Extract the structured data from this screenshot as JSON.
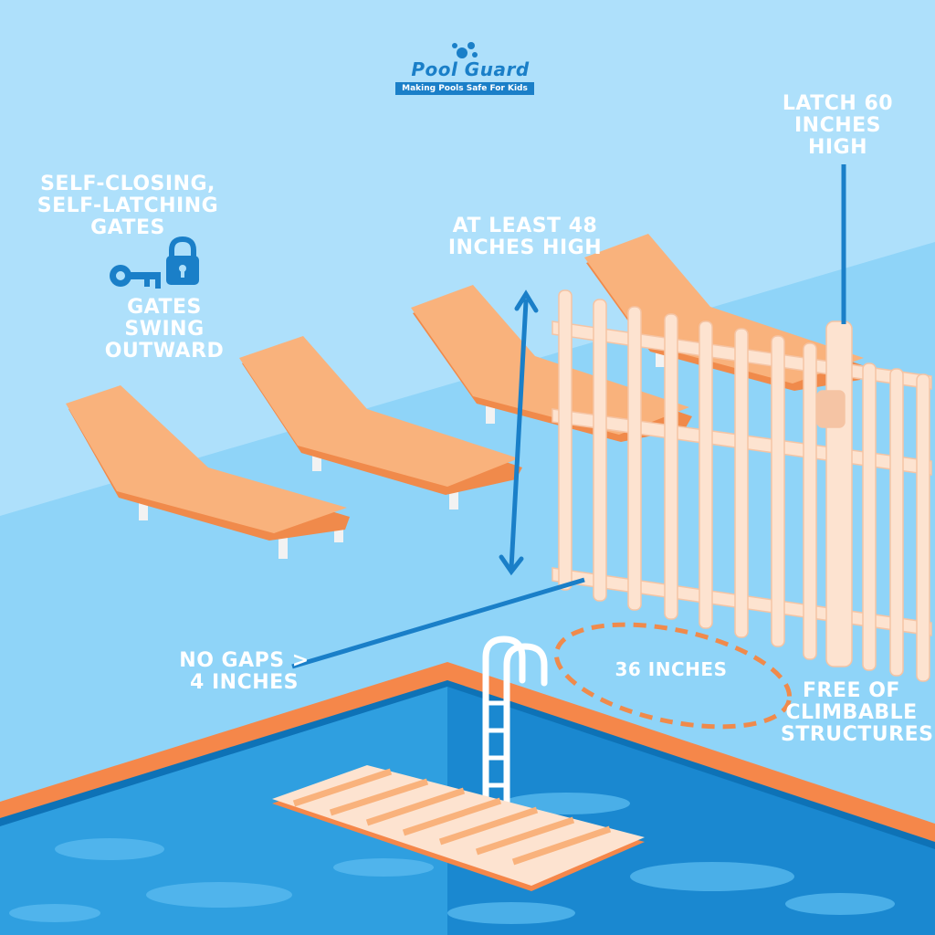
{
  "logo": {
    "name": "Pool Guard",
    "tagline": "Making Pools Safe For Kids"
  },
  "labels": {
    "self_closing": "Self-Closing, Self-Latching Gates",
    "gates_swing": "Gates Swing Outward",
    "min_height": "At Least 48 Inches High",
    "latch_height": "Latch 60 Inches High",
    "no_gaps": "No Gaps > 4 Inches",
    "clearance": "36 Inches",
    "free_of_climbable": "Free of Climbable Structures"
  },
  "colors": {
    "sky": "#aee0fb",
    "deck": "#8fd4f8",
    "chair": "#f9b27c",
    "chair_edge": "#f08a4b",
    "fence": "#fde3d0",
    "pool_water": "#2aa2e4",
    "pool_edge": "#f5874a",
    "accent_blue": "#1a7fc8"
  },
  "icons": [
    "key-icon",
    "padlock-icon",
    "double-arrow-icon"
  ]
}
